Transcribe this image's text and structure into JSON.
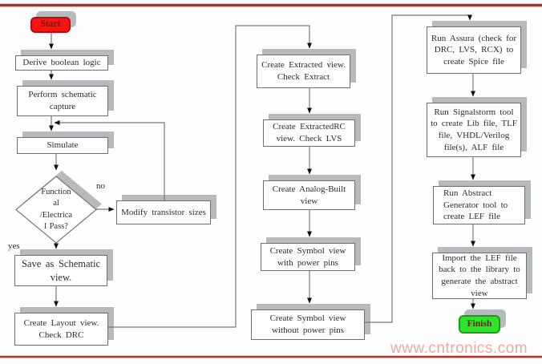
{
  "page": {
    "background": "#ffffff",
    "top_divider_color": "#a93226",
    "bottom_divider_color": "#b03228",
    "watermark": "www.cntronics.com",
    "watermark_color": "#f2a6a1"
  },
  "flowchart": {
    "shadow_color": "#b7babc",
    "wire_color": "#777777",
    "nodes": [
      {
        "id": "start",
        "type": "terminator",
        "label": "Start",
        "fill": "#f61414",
        "text_color": "#7e150a"
      },
      {
        "id": "derive-boolean-logic",
        "type": "process",
        "label": "Derive boolean logic"
      },
      {
        "id": "perform-schematic-capture",
        "type": "process",
        "label": "Perform schematic\ncapture"
      },
      {
        "id": "simulate",
        "type": "process",
        "label": "Simulate"
      },
      {
        "id": "functional-electrical-pass",
        "type": "decision",
        "label": "Function\nal\n/Electrica\nl Pass?"
      },
      {
        "id": "modify-transistor-sizes",
        "type": "process",
        "label": "Modify transistor sizes"
      },
      {
        "id": "save-as-schematic-view",
        "type": "process",
        "label": "Save as Schematic\nview."
      },
      {
        "id": "create-layout-view",
        "type": "process",
        "label": "Create Layout view.\nCheck DRC"
      },
      {
        "id": "create-extracted-view",
        "type": "process",
        "label": "Create Extracted view.\nCheck Extract"
      },
      {
        "id": "create-extractedrc-view",
        "type": "process",
        "label": "Create ExtractedRC\nview.   Check LVS"
      },
      {
        "id": "create-analog-built-view",
        "type": "process",
        "label": "Create Analog-Built\nview"
      },
      {
        "id": "create-symbol-view-with-power-pins",
        "type": "process",
        "label": "Create Symbol view\nwith  power pins"
      },
      {
        "id": "create-symbol-view-without-power-pins",
        "type": "process",
        "label": "Create Symbol view\nwithout  power pins"
      },
      {
        "id": "run-assura",
        "type": "process",
        "label": "Run Assura (check for\nDRC, LVS, RCX) to\ncreate Spice file"
      },
      {
        "id": "run-signalstorm",
        "type": "process",
        "label": "Run Signalstorm tool\nto create Lib file, TLF\nfile, VHDL/Verilog\nfile(s), ALF file"
      },
      {
        "id": "run-abstract-generator",
        "type": "process",
        "label": "Run Abstract\nGenerator tool to\ncreate LEF file"
      },
      {
        "id": "import-lef-file",
        "type": "process",
        "label": "Import the LEF file\nback to the library to\ngenerate the abstract\nview"
      },
      {
        "id": "finish",
        "type": "terminator",
        "label": "Finish",
        "fill": "#2ce42c",
        "text_color": "#6b1d12"
      }
    ],
    "edge_labels": {
      "no": "no",
      "yes": "yes"
    }
  }
}
